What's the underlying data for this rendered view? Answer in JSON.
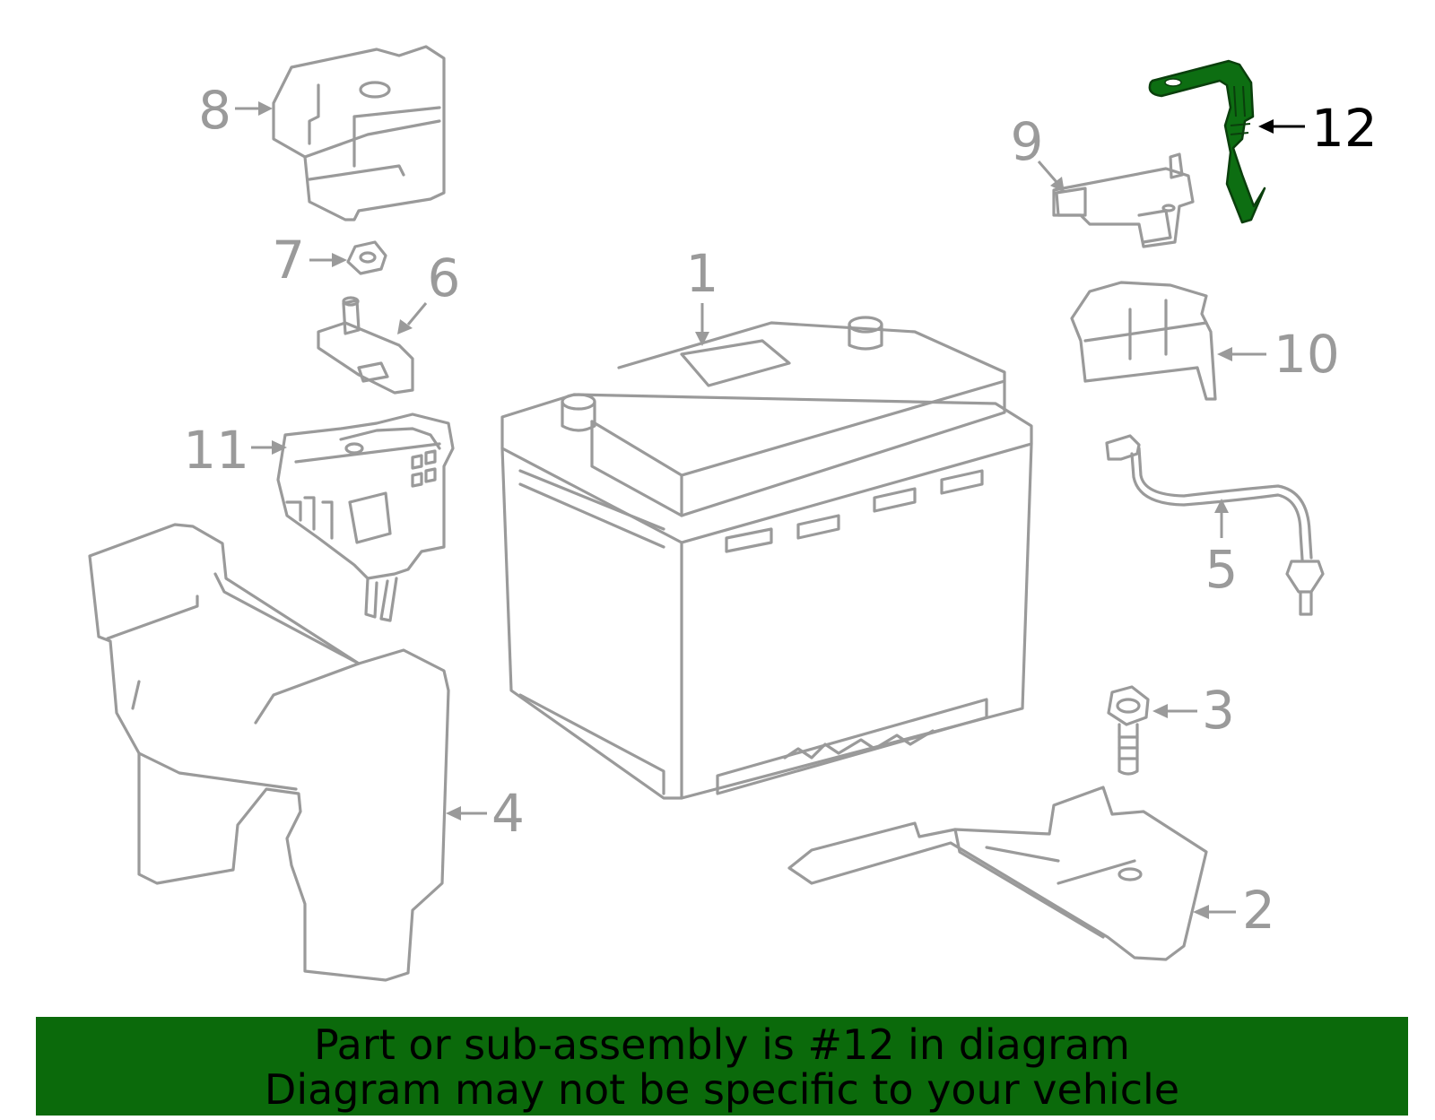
{
  "callouts": {
    "c1": "1",
    "c2": "2",
    "c3": "3",
    "c4": "4",
    "c5": "5",
    "c6": "6",
    "c7": "7",
    "c8": "8",
    "c9": "9",
    "c10": "10",
    "c11": "11",
    "c12": "12"
  },
  "highlighted_part": "12",
  "colors": {
    "line_gray": "#9a9a9a",
    "highlight_green": "#0b6a0b",
    "highlight_text": "#000000"
  },
  "banner": {
    "line1": "Part or sub-assembly is #12 in diagram",
    "line2": "Diagram may not be specific to your vehicle"
  }
}
